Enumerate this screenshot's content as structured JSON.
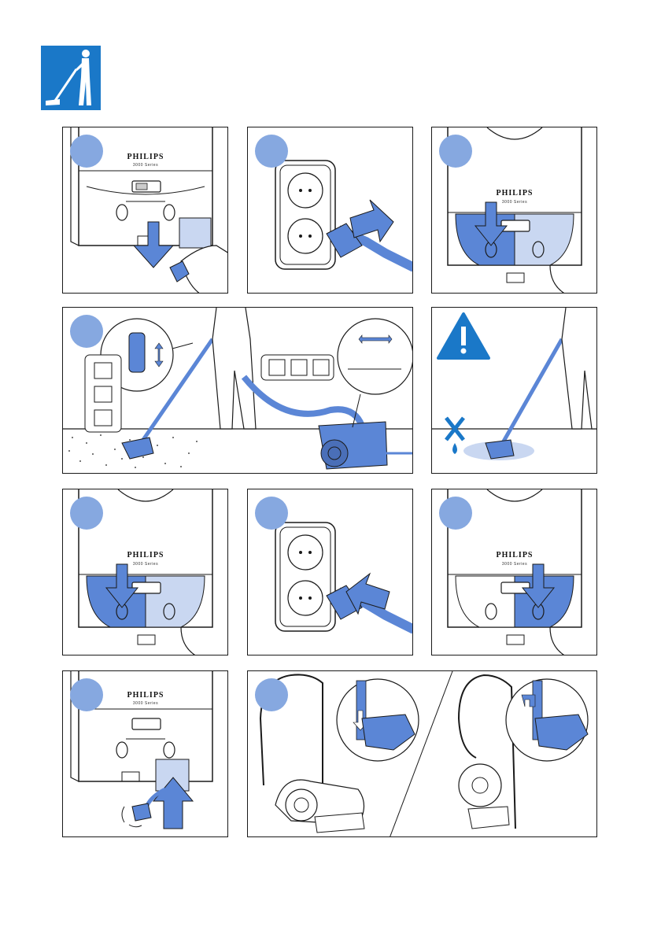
{
  "header": {
    "icon": "vacuuming-person-icon",
    "icon_color": "#1a78c8"
  },
  "colors": {
    "accent": "#5b86d6",
    "badge": "#86a8e0",
    "warning": "#1a78c8",
    "outline": "#1a1a1a"
  },
  "appliance": {
    "brand": "PHILIPS",
    "model": "3000 Series"
  },
  "panels": [
    {
      "id": "step-unwind-cord",
      "icon": "pull-cord-down-icon"
    },
    {
      "id": "step-plug-in",
      "icon": "wall-socket-plug-in-icon"
    },
    {
      "id": "step-switch-on",
      "icon": "power-button-press-icon"
    },
    {
      "id": "step-select-floor",
      "icon": "floor-type-selector-icon"
    },
    {
      "id": "warning-no-wet",
      "icon": "warning-exclamation-icon"
    },
    {
      "id": "step-switch-off",
      "icon": "power-button-press-icon"
    },
    {
      "id": "step-unplug",
      "icon": "wall-socket-unplug-icon"
    },
    {
      "id": "step-rewind-press",
      "icon": "cord-rewind-button-icon"
    },
    {
      "id": "step-cord-rewind",
      "icon": "cord-rewind-up-icon"
    },
    {
      "id": "step-park-tube",
      "icon": "parking-position-icon"
    }
  ]
}
